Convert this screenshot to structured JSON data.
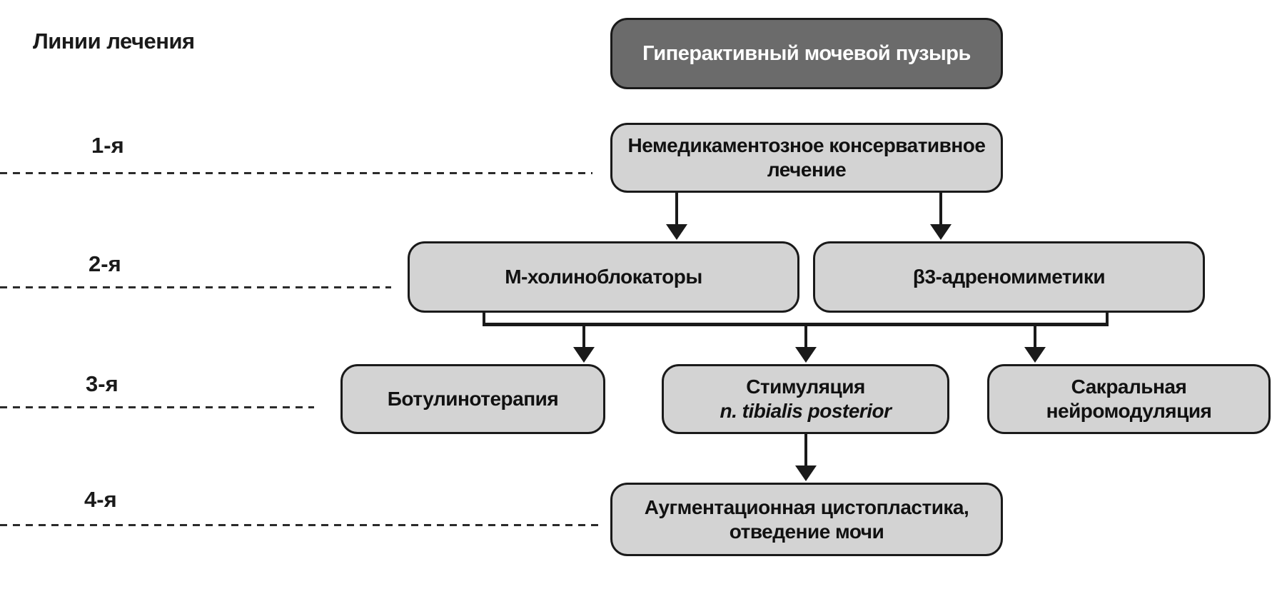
{
  "legend": {
    "title": "Линии лечения"
  },
  "treatment_lines": [
    {
      "label": "1-я"
    },
    {
      "label": "2-я"
    },
    {
      "label": "3-я"
    },
    {
      "label": "4-я"
    }
  ],
  "root": {
    "label": "Гиперактивный мочевой пузырь"
  },
  "nodes": {
    "conservative": {
      "line1": "Немедикаментозное консервативное",
      "line2": "лечение"
    },
    "m_cholinoblockers": {
      "label": "М-холиноблокаторы"
    },
    "beta3_adrenomimetics": {
      "label": "β3-адреномиметики"
    },
    "botulinum_therapy": {
      "label": "Ботулинотерапия"
    },
    "tibial_stimulation": {
      "line1": "Стимуляция",
      "line2": "n. tibialis posterior"
    },
    "sacral_neuromodulation": {
      "line1": "Сакральная",
      "line2": "нейромодуляция"
    },
    "augmentation": {
      "line1": "Аугментационная цистопластика,",
      "line2": "отведение мочи"
    }
  },
  "colors": {
    "root_fill": "#6b6b6b",
    "root_text": "#ffffff",
    "node_fill": "#d3d3d3",
    "node_border": "#1a1a1a",
    "line_color": "#1a1a1a"
  }
}
